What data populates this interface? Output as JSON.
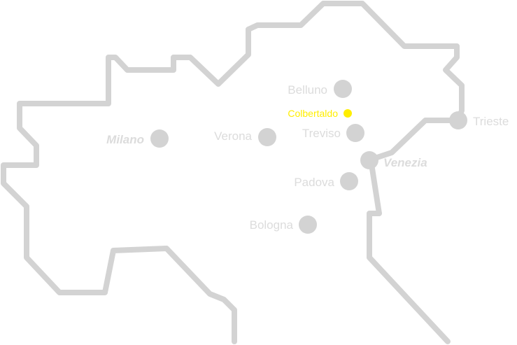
{
  "map": {
    "highlight": {
      "name": "Colbertaldo",
      "color": "#ffee00"
    },
    "cities": [
      {
        "id": "belluno",
        "name": "Belluno",
        "major": false
      },
      {
        "id": "verona",
        "name": "Verona",
        "major": false
      },
      {
        "id": "treviso",
        "name": "Treviso",
        "major": false
      },
      {
        "id": "milano",
        "name": "Milano",
        "major": true
      },
      {
        "id": "venezia",
        "name": "Venezia",
        "major": true
      },
      {
        "id": "trieste",
        "name": "Trieste",
        "major": false
      },
      {
        "id": "padova",
        "name": "Padova",
        "major": false
      },
      {
        "id": "bologna",
        "name": "Bologna",
        "major": false
      }
    ],
    "colors": {
      "outline": "#d3d3d3",
      "label": "#dcdcdc",
      "background": "#ffffff"
    }
  }
}
